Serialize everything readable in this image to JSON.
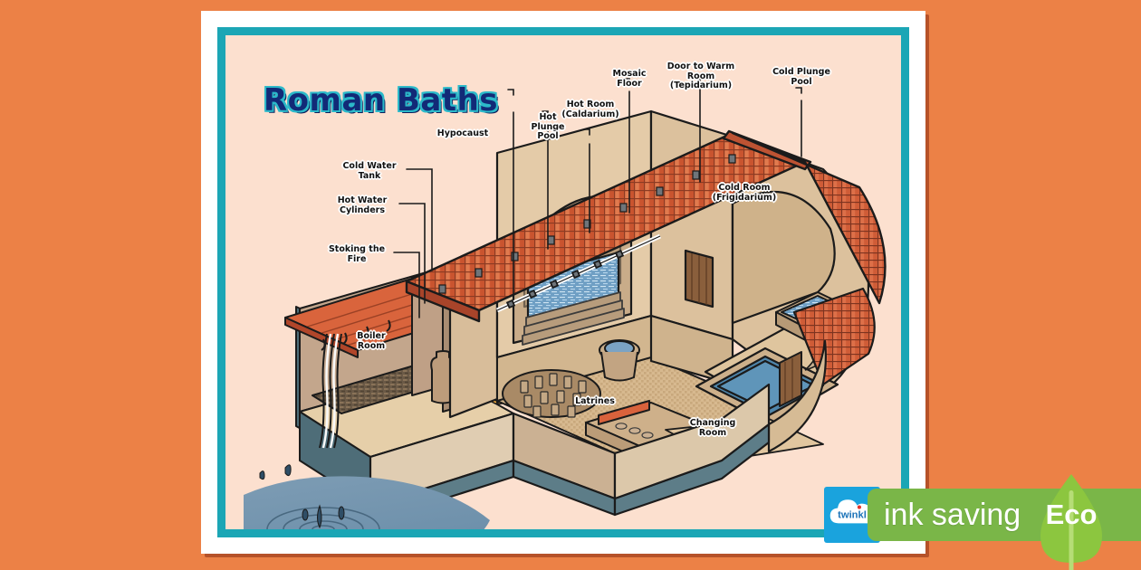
{
  "poster": {
    "title": "Roman Baths",
    "background_color": "#ec8146",
    "page_color": "#ffffff",
    "inner_border_color": "#1ba6b5",
    "canvas_color": "#fce0cf",
    "title_color": "#122a77",
    "title_outline_color": "#2cb9c9"
  },
  "labels": [
    {
      "id": "hypocaust",
      "text": "Hypocaust"
    },
    {
      "id": "hot-plunge-pool-left",
      "text": "Hot\nPlunge\nPool"
    },
    {
      "id": "hot-room",
      "text": "Hot Room\n(Caldarium)"
    },
    {
      "id": "mosaic-floor",
      "text": "Mosaic\nFloor"
    },
    {
      "id": "door-to-warm-room",
      "text": "Door to Warm\nRoom\n(Tepidarium)"
    },
    {
      "id": "cold-plunge-pool",
      "text": "Cold Plunge\nPool"
    },
    {
      "id": "cold-room",
      "text": "Cold Room\n(Frigidarium)"
    },
    {
      "id": "cold-water-tank",
      "text": "Cold Water\nTank"
    },
    {
      "id": "hot-water-cylinders",
      "text": "Hot Water\nCylinders"
    },
    {
      "id": "stoking-the-fire",
      "text": "Stoking the\nFire"
    },
    {
      "id": "boiler-room",
      "text": "Boiler\nRoom"
    },
    {
      "id": "latrines",
      "text": "Latrines"
    },
    {
      "id": "changing-room",
      "text": "Changing\nRoom"
    }
  ],
  "badge": {
    "brand": "twinkl",
    "ink_saving_label": "ink saving",
    "eco_label": "Eco",
    "brand_bg_color": "#1aa3dd",
    "bar_color": "#7ab648",
    "leaf_color": "#8cc63f"
  },
  "illustration": {
    "roof_color": "#d9643c",
    "roof_tile_shadow": "#b4472a",
    "wall_color": "#e8cfa8",
    "floor_color": "#ddbd91",
    "water_color": "#5a8fb5",
    "pond_color": "#7f9fb5",
    "stone_color": "#cbb494"
  }
}
